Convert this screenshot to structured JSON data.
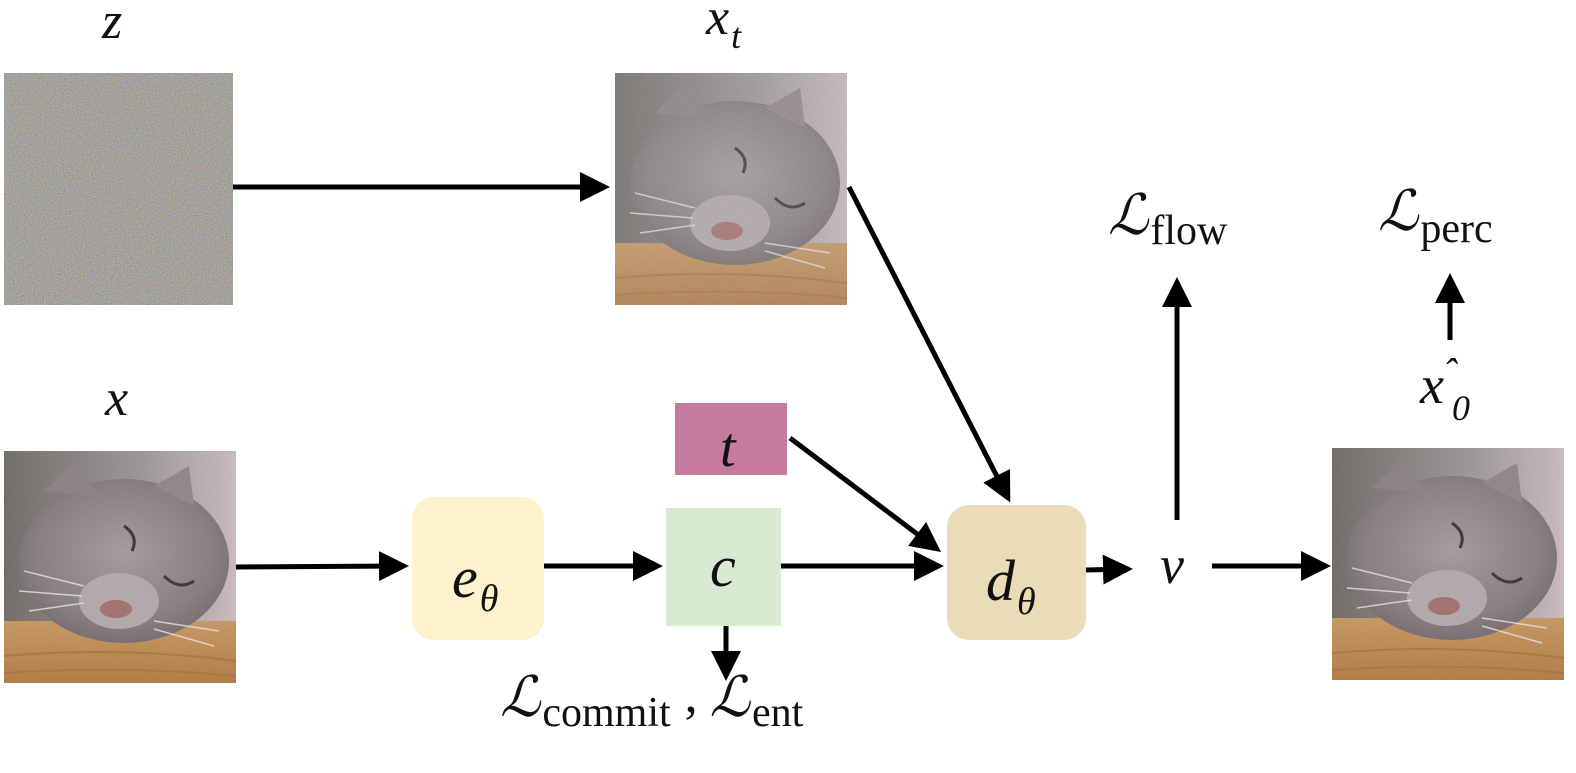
{
  "nodes": {
    "z_label": "z",
    "xt_label": "x",
    "xt_sub": "t",
    "x_label": "x",
    "t_label": "t",
    "encoder_label": "e",
    "encoder_sub": "θ",
    "code_label": "c",
    "decoder_label": "d",
    "decoder_sub": "θ",
    "velocity_label": "v",
    "recon_label": "x",
    "recon_sub": "0",
    "recon_hat": "ˆ"
  },
  "losses": {
    "script": "ℒ",
    "flow_sub": "flow",
    "perc_sub": "perc",
    "commit_sub": "commit",
    "separator": ",",
    "ent_sub": "ent"
  },
  "colors": {
    "t_box": "#c47b9f",
    "encoder_box": "#fdf2cc",
    "code_box": "#d9ead3",
    "decoder_box": "#e9dcb7",
    "noise_base": "#8a8578",
    "arrow": "#000000"
  },
  "images": {
    "noise": "noise-image",
    "noisy_cat": "noisy-cat-image",
    "input_cat": "input-cat-image",
    "reconstructed_cat": "reconstructed-cat-image"
  }
}
